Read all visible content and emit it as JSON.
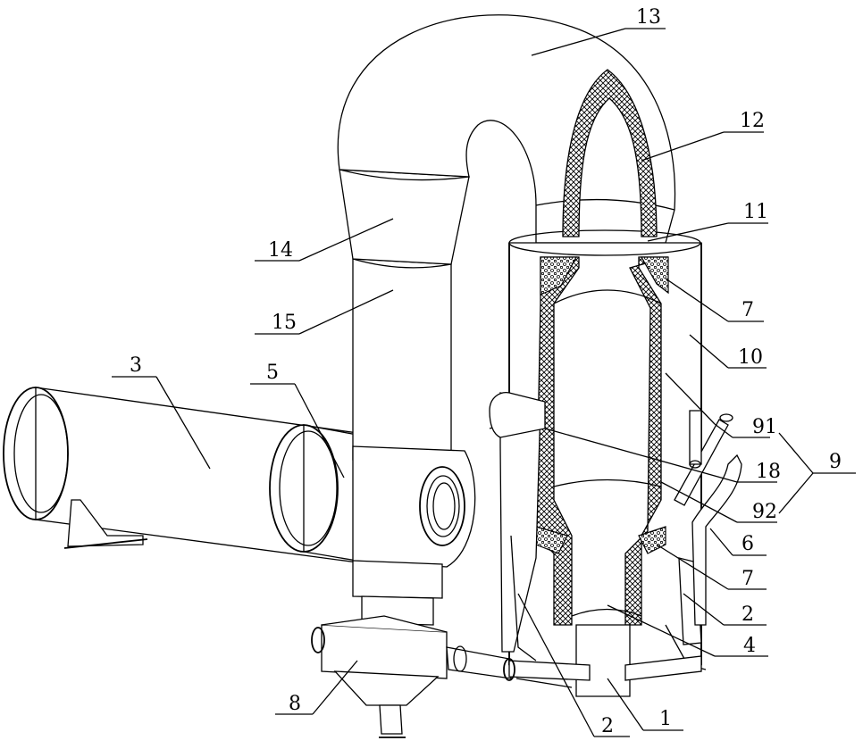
{
  "labels": {
    "l1": "1",
    "l2a": "2",
    "l2b": "2",
    "l3": "3",
    "l4": "4",
    "l5": "5",
    "l6": "6",
    "l7a": "7",
    "l7b": "7",
    "l8": "8",
    "l9": "9",
    "l10": "10",
    "l11": "11",
    "l12": "12",
    "l13": "13",
    "l14": "14",
    "l15": "15",
    "l18": "18",
    "l91": "91",
    "l92": "92"
  }
}
